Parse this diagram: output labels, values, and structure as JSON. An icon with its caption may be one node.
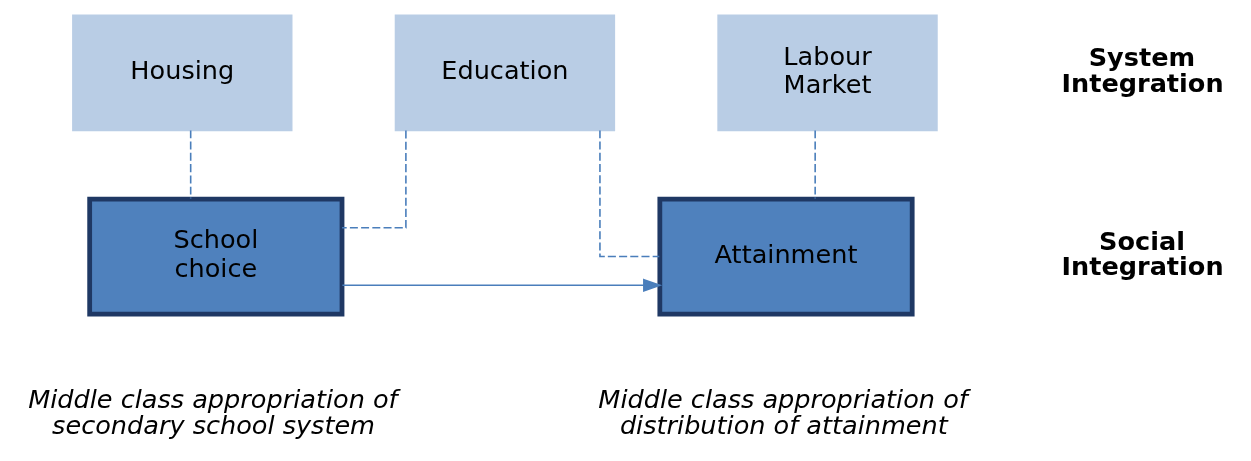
{
  "diagram": {
    "nodes": [
      {
        "text": [
          "Housing"
        ]
      },
      {
        "text": [
          "Education"
        ]
      },
      {
        "text": [
          "Labour Market"
        ]
      },
      {
        "text": [
          "School choice"
        ]
      },
      {
        "text": [
          "Attainment"
        ]
      }
    ],
    "edges": [
      {
        "from": 0,
        "to": 3,
        "arrow": "none",
        "style": "dashed"
      },
      {
        "from": 1,
        "to": 3,
        "arrow": "none",
        "style": "dashed"
      },
      {
        "from": 1,
        "to": 4,
        "arrow": "none",
        "style": "dashed"
      },
      {
        "from": 2,
        "to": 4,
        "arrow": "none",
        "style": "dashed"
      },
      {
        "from": 3,
        "to": 4,
        "arrow": "to"
      }
    ],
    "labels": [
      "System Integration",
      "Social Integration",
      "Middle class appropriation of secondary school system",
      "Middle class appropriation of distribution of attainment"
    ]
  }
}
